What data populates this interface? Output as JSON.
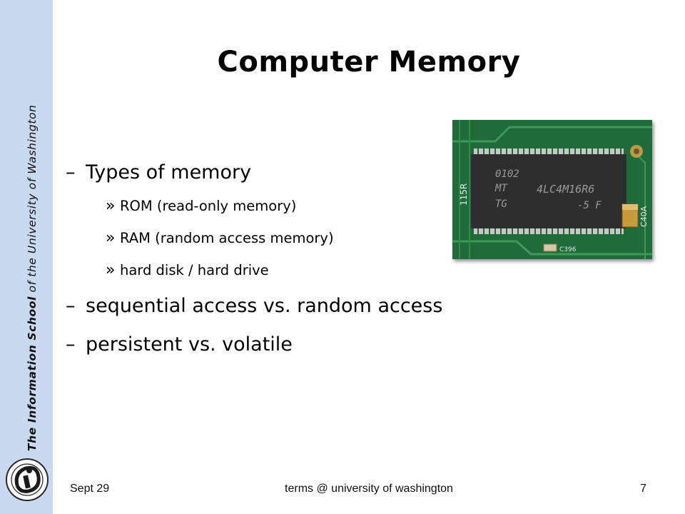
{
  "sidebar": {
    "org_bold": "The Information School",
    "org_rest": " of the University of Washington",
    "logo_icon": "ischool-logo-icon"
  },
  "slide": {
    "title": "Computer Memory",
    "items": [
      {
        "marker": "–",
        "text": "Types of memory"
      },
      {
        "marker": "»",
        "text": "ROM (read-only memory)"
      },
      {
        "marker": "»",
        "text": "RAM (random access memory)"
      },
      {
        "marker": "»",
        "text": "hard disk / hard drive"
      },
      {
        "marker": "–",
        "text": "sequential access vs. random access"
      },
      {
        "marker": "–",
        "text": "persistent vs. volatile"
      }
    ],
    "photo": {
      "chip_line1": "0102",
      "chip_line2": "MT",
      "chip_line3": "TG",
      "chip_part": "4LC4M16R6",
      "chip_grade": "-5 F",
      "board_label_left": "115R",
      "board_label_cap": "C40A",
      "board_label_bottom": "C396"
    }
  },
  "footer": {
    "date": "Sept 29",
    "center": "terms @ university of washington",
    "page": "7"
  },
  "colors": {
    "sidebar": "#c9daf0",
    "pcb_green": "#1f6b3a",
    "chip": "#2e2e2e"
  }
}
